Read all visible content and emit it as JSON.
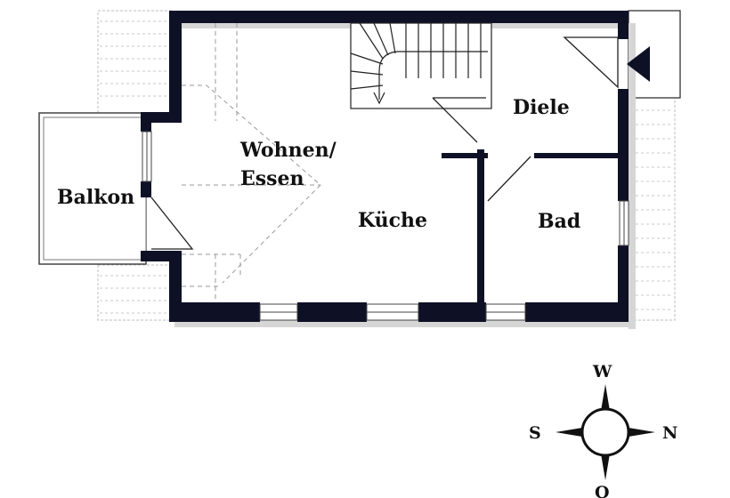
{
  "rooms": {
    "balkon": "Balkon",
    "wohnen_line1": "Wohnen/",
    "wohnen_line2": "Essen",
    "kueche": "Küche",
    "diele": "Diele",
    "bad": "Bad"
  },
  "compass": {
    "north": "N",
    "south": "S",
    "west": "W",
    "east": "O"
  },
  "colors": {
    "wall": "#0e1126",
    "background": "#ffffff"
  }
}
